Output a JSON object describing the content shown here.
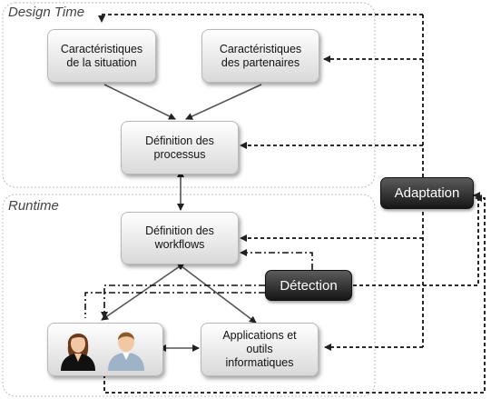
{
  "zones": {
    "design_time": "Design Time",
    "runtime": "Runtime"
  },
  "nodes": {
    "caract_situation": "Caractéristiques\nde la situation",
    "caract_partenaires": "Caractéristiques\ndes partenaires",
    "definition_processus": "Définition des\nprocessus",
    "definition_workflows": "Définition des\nworkflows",
    "applications": "Applications et\noutils\ninformatiques",
    "adaptation": "Adaptation",
    "detection": "Détection"
  },
  "icons": {
    "people": [
      "woman-user-icon",
      "man-user-icon"
    ]
  },
  "colors": {
    "box_light_top": "#ffffff",
    "box_light_bottom": "#d9d9d9",
    "box_dark_top": "#5b5b5b",
    "box_dark_bottom": "#161616",
    "zone_border": "#bdbdbd"
  }
}
